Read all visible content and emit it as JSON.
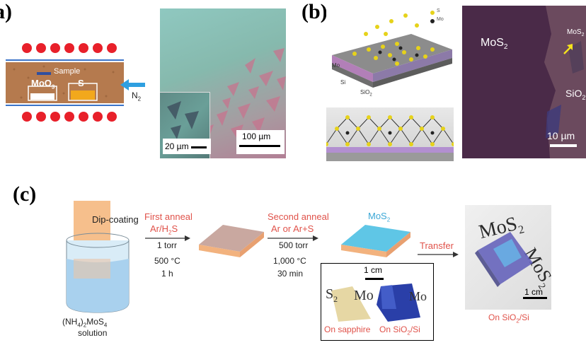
{
  "panels": {
    "a": {
      "label": "a)",
      "furnace": {
        "sample": "Sample",
        "moo3": "MoO",
        "moo3_sub": "3",
        "s": "S",
        "gas": "N",
        "gas_sub": "2"
      },
      "micrograph": {
        "scale_main": "100 µm",
        "scale_inset": "20 µm"
      }
    },
    "b": {
      "label": "(b)",
      "schematic": {
        "si": "Si",
        "sio2": "SiO",
        "sio2_sub": "2",
        "mo": "Mo",
        "legend_s": "S",
        "legend_mo": "Mo"
      },
      "micrograph": {
        "mos2": "MoS",
        "mos2_sub": "2",
        "mos2_small": "MoS",
        "mos2_small_sub": "2",
        "sio2": "SiO",
        "sio2_sub": "2",
        "scale": "10 µm"
      }
    },
    "c": {
      "label": "(c)",
      "dip_coating": "Dip-coating",
      "solution_formula_a": "(NH",
      "solution_formula_sub1": "4",
      "solution_formula_b": ")",
      "solution_formula_sub2": "2",
      "solution_formula_c": "MoS",
      "solution_formula_sub3": "4",
      "solution_word": "solution",
      "first_anneal": {
        "title": "First anneal",
        "gas": "Ar/H",
        "gas_sub": "2",
        "gas_end": "S",
        "pressure": "1 torr",
        "temp": "500 °C",
        "time": "1 h"
      },
      "second_anneal": {
        "title": "Second anneal",
        "gas": "Ar or Ar+S",
        "pressure": "500 torr",
        "temp": "1,000 °C",
        "time": "30 min"
      },
      "mos2_label": "MoS",
      "mos2_sub": "2",
      "transfer": "Transfer",
      "inset": {
        "scale": "1 cm",
        "on_sapphire": "On sapphire",
        "on_sio2": "On SiO",
        "on_sio2_sub": "2",
        "on_sio2_end": "/Si",
        "txt_s2": "S",
        "txt_s2_sub": "2",
        "txt_mo": "Mo",
        "txt_mo2": "Mo"
      },
      "final": {
        "scale": "1 cm",
        "caption": "On SiO",
        "caption_sub": "2",
        "caption_end": "/Si",
        "bg_mos2": "MoS",
        "bg_mos2_sub": "2"
      }
    }
  },
  "colors": {
    "red_dot": "#e8202a",
    "tube_line": "#3b74c9",
    "tube_fill": "#b57a4e",
    "arrow_blue": "#2e9fe0",
    "micro_a": "#8fbfb0",
    "micro_b": "#4a2a48",
    "label_red": "#e0524a",
    "label_blue": "#3aa7d6"
  }
}
